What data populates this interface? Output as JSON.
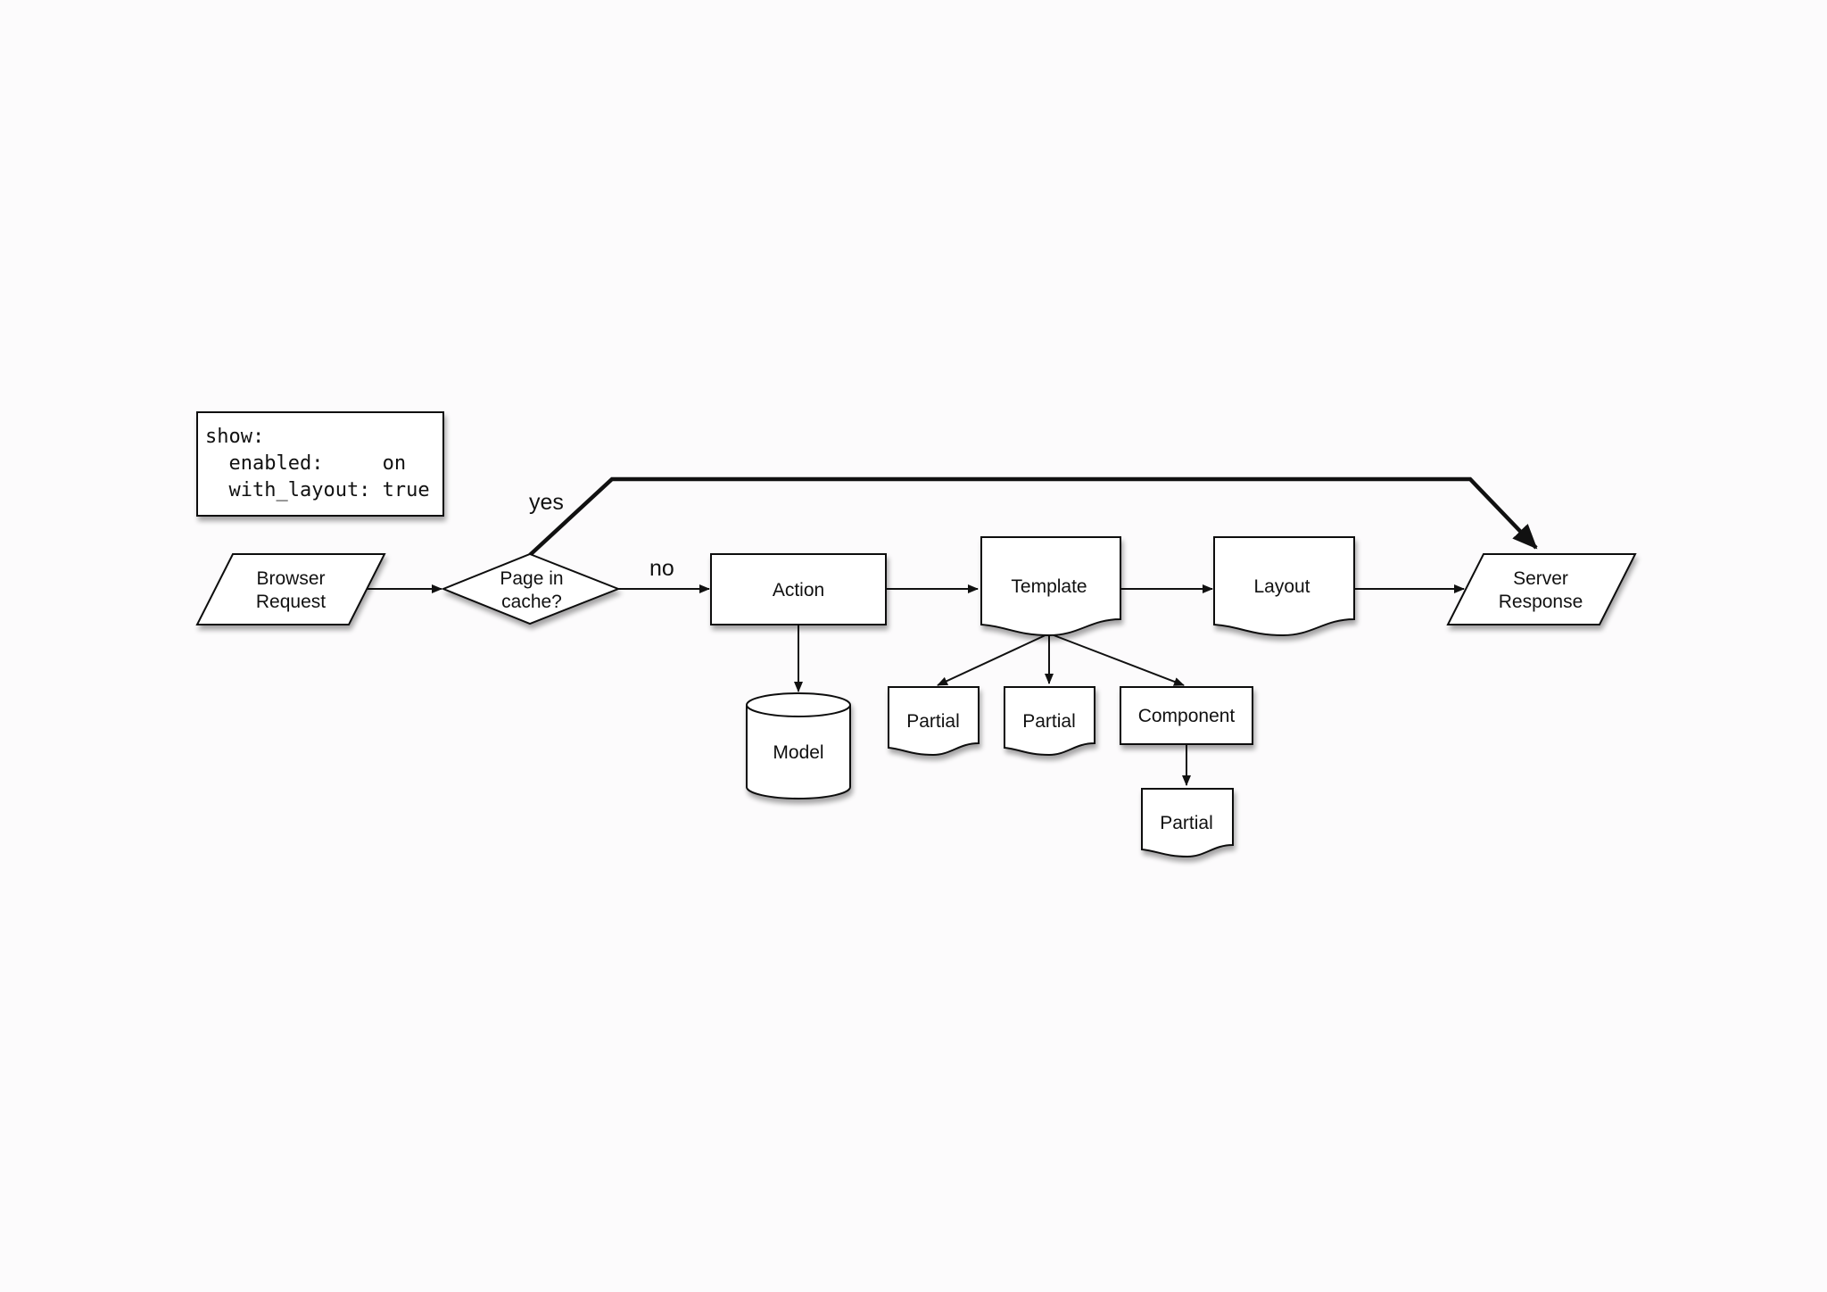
{
  "config_box": {
    "line1": "show:",
    "line2": "  enabled:     on",
    "line3": "  with_layout: true"
  },
  "nodes": {
    "browser_request": [
      "Browser",
      "Request"
    ],
    "decision": [
      "Page in",
      "cache?"
    ],
    "action": "Action",
    "template": "Template",
    "layout": "Layout",
    "server_response": [
      "Server",
      "Response"
    ],
    "model": "Model",
    "partial_1": "Partial",
    "partial_2": "Partial",
    "component": "Component",
    "partial_3": "Partial"
  },
  "edge_labels": {
    "yes": "yes",
    "no": "no"
  }
}
